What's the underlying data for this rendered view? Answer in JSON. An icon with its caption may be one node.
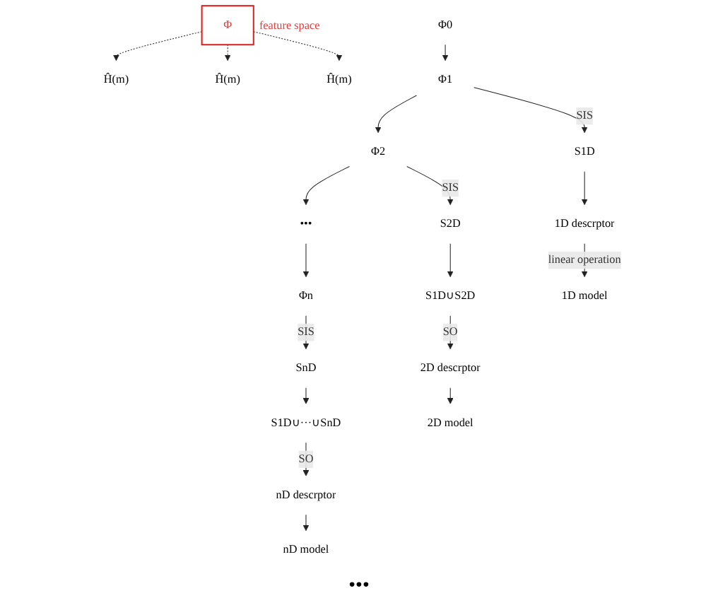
{
  "diagram": {
    "nodes": [
      {
        "text": [
          "Φ"
        ],
        "beside": [
          "feature space"
        ]
      },
      {
        "text": [
          "Ĥ(m)"
        ]
      },
      {
        "text": [
          "Ĥ(m)"
        ]
      },
      {
        "text": [
          "Ĥ(m)"
        ]
      },
      {
        "text": [
          "Φ0"
        ]
      },
      {
        "text": [
          "Φ1"
        ]
      },
      {
        "text": [
          "Φ2"
        ]
      },
      {
        "text": [
          "•••"
        ]
      },
      {
        "text": [
          "Φn"
        ]
      },
      {
        "text": [
          "S1D"
        ]
      },
      {
        "text": [
          "S2D"
        ]
      },
      {
        "text": [
          "S1D∪S2D"
        ]
      },
      {
        "text": [
          "SnD"
        ]
      },
      {
        "text": [
          "S1D∪···∪SnD"
        ]
      },
      {
        "text": [
          "1D descrptor"
        ]
      },
      {
        "text": [
          "2D descrptor"
        ]
      },
      {
        "text": [
          "nD descrptor"
        ]
      },
      {
        "text": [
          "1D model"
        ]
      },
      {
        "text": [
          "2D model"
        ]
      },
      {
        "text": [
          "nD model"
        ]
      }
    ],
    "edges": [
      {
        "from": 0,
        "to": 1,
        "arrow": "to",
        "style": "dashed"
      },
      {
        "from": 0,
        "to": 2,
        "arrow": "to",
        "style": "dashed"
      },
      {
        "from": 0,
        "to": 3,
        "arrow": "to",
        "style": "dashed"
      },
      {
        "from": 4,
        "to": 5,
        "arrow": "to"
      },
      {
        "from": 5,
        "to": 6,
        "arrow": "to"
      },
      {
        "from": 6,
        "to": 7,
        "arrow": "to"
      },
      {
        "from": 7,
        "to": 8,
        "arrow": "to"
      },
      {
        "from": 5,
        "to": 9,
        "arrow": "to",
        "label": "SIS"
      },
      {
        "from": 6,
        "to": 10,
        "arrow": "to",
        "label": "SIS"
      },
      {
        "from": 8,
        "to": 12,
        "arrow": "to",
        "label": "SIS"
      },
      {
        "from": 9,
        "to": 14,
        "arrow": "to"
      },
      {
        "from": 10,
        "to": 11,
        "arrow": "to"
      },
      {
        "from": 11,
        "to": 15,
        "arrow": "to",
        "label": "SO"
      },
      {
        "from": 12,
        "to": 13,
        "arrow": "to"
      },
      {
        "from": 13,
        "to": 16,
        "arrow": "to",
        "label": "SO"
      },
      {
        "from": 14,
        "to": 17,
        "arrow": "to",
        "label": "linear operation"
      },
      {
        "from": 15,
        "to": 18,
        "arrow": "to"
      },
      {
        "from": 16,
        "to": 19,
        "arrow": "to"
      }
    ],
    "labels": [
      "•••"
    ]
  }
}
